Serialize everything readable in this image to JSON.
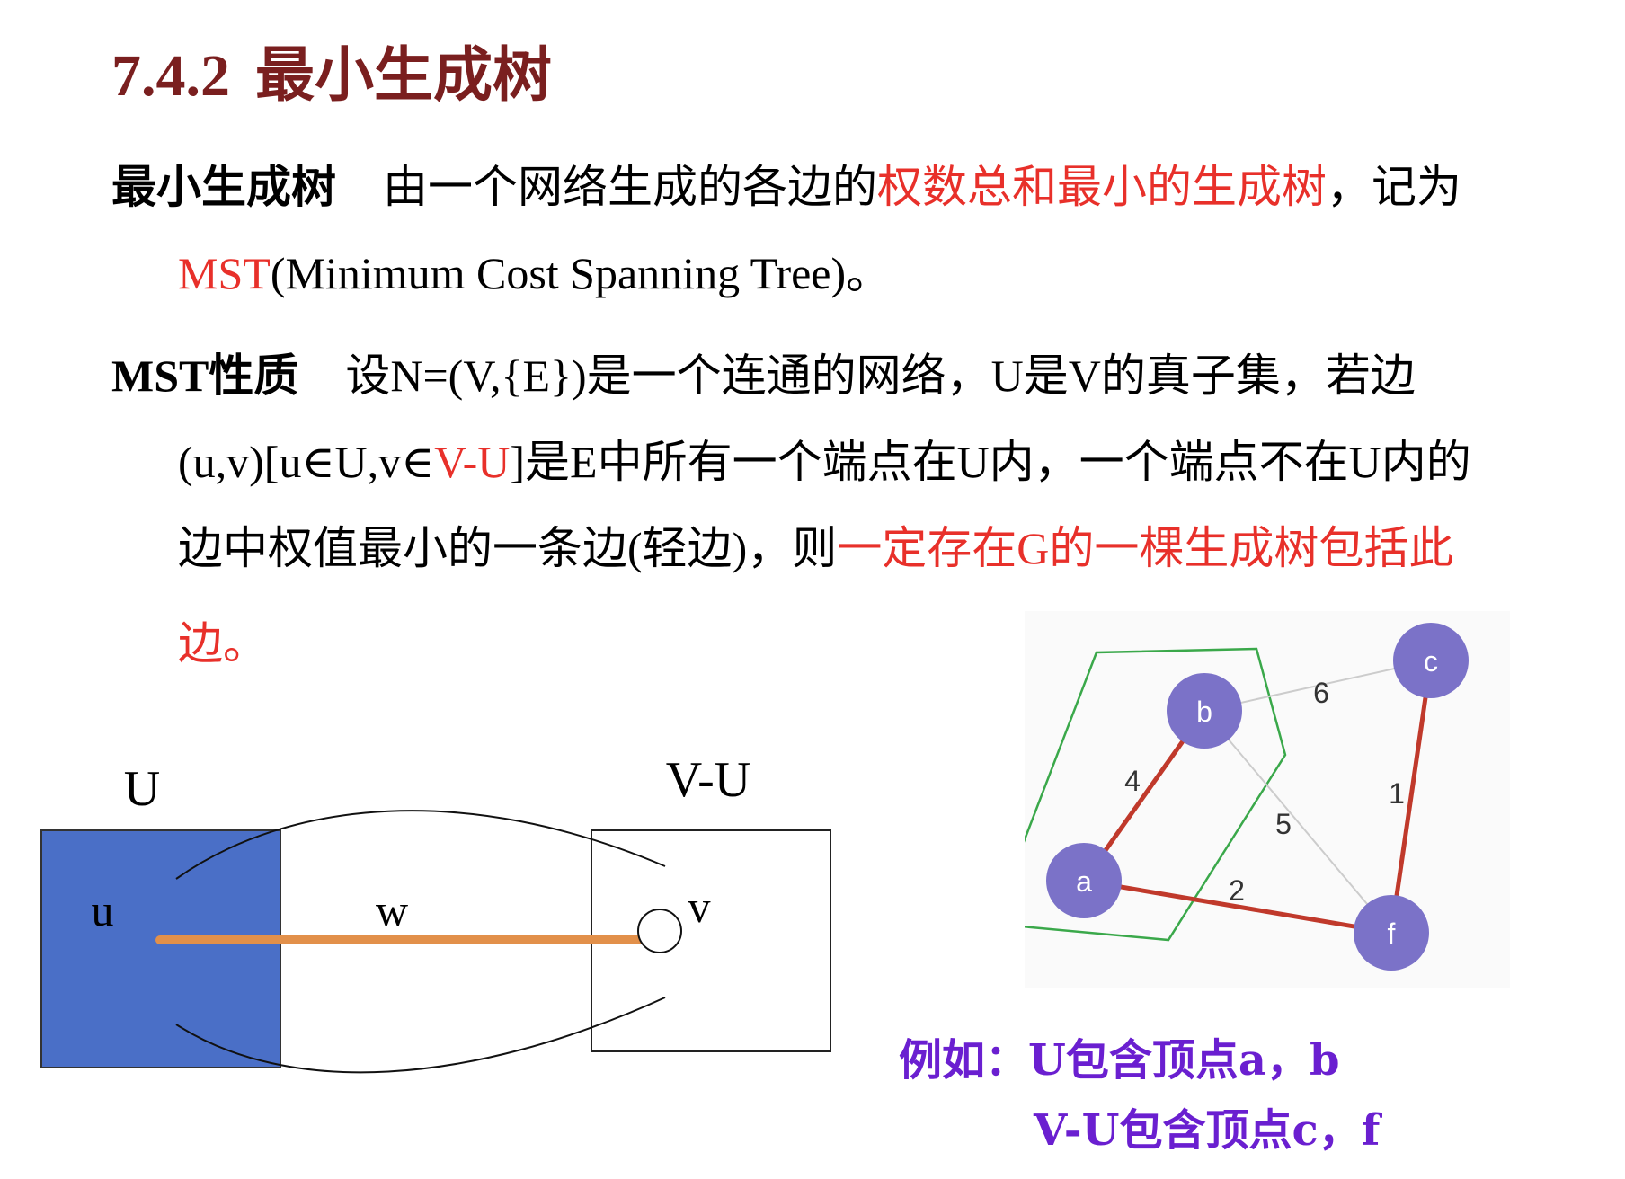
{
  "title": {
    "number": "7.4.2",
    "text": "最小生成树"
  },
  "definition": {
    "term": "最小生成树",
    "text_a": "由一个网络生成的各边的",
    "highlight": "权数总和最小的生成树",
    "text_b": "，记为",
    "abbr": "MST",
    "full_name": "(Minimum Cost Spanning Tree)。"
  },
  "property": {
    "term": "MST性质",
    "line1": "设N=(V,{E})是一个连通的网络，U是V的真子集，若边",
    "line2_a": "(u,v)[u∈U,v∈",
    "line2_red": "V-U",
    "line2_b": "]是E中所有一个端点在U内，一个端点不在U内的",
    "line3_a": "边中权值最小的一条边(轻边)，则",
    "line3_red": "一定存在G的一棵生成树包括此",
    "line4_red": "边。"
  },
  "left_diagram": {
    "set_u_label": "U",
    "set_vu_label": "V-U",
    "vertex_u": "u",
    "vertex_v": "v",
    "edge_label": "w",
    "colors": {
      "set_u_fill": "#4a6fc7",
      "edge": "#e2904a"
    }
  },
  "graph": {
    "nodes": [
      "a",
      "b",
      "c",
      "f"
    ],
    "edges": [
      {
        "from": "a",
        "to": "b",
        "weight": "4",
        "in_mst": true
      },
      {
        "from": "a",
        "to": "f",
        "weight": "2",
        "in_mst": true
      },
      {
        "from": "c",
        "to": "f",
        "weight": "1",
        "in_mst": true
      },
      {
        "from": "b",
        "to": "c",
        "weight": "6",
        "in_mst": false
      },
      {
        "from": "b",
        "to": "f",
        "weight": "5",
        "in_mst": false
      }
    ],
    "colors": {
      "node": "#7b72c8",
      "mst_edge": "#c0392b",
      "other_edge": "#cccccc",
      "boundary": "#3aa84a"
    }
  },
  "note": {
    "line1": "例如：U包含顶点a，b",
    "line2": "V-U包含顶点c，f"
  }
}
